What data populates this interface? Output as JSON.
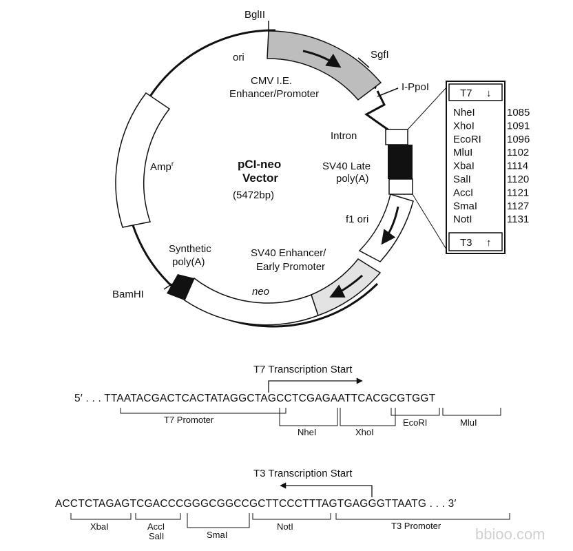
{
  "map": {
    "title_line1": "pCI-neo",
    "title_line2": "Vector",
    "size": "(5472bp)",
    "sites": {
      "bglII": "BglII",
      "sgfI": "SgfI",
      "ippoI": "I-PpoI",
      "bamHI": "BamHI"
    },
    "features": {
      "ori": "ori",
      "cmv_line1": "CMV I.E.",
      "cmv_line2": "Enhancer/Promoter",
      "intron": "Intron",
      "sv40_late_line1": "SV40 Late",
      "sv40_late_line2": "poly(A)",
      "f1_ori": "f1 ori",
      "sv40_enh_line1": "SV40 Enhancer/",
      "sv40_enh_line2": "Early Promoter",
      "neo": "neo",
      "synth_line1": "Synthetic",
      "synth_line2": "poly(A)",
      "amp": "Amp",
      "amp_sup": "r"
    }
  },
  "mcs_box": {
    "top_label": "T7",
    "top_arrow": "↓",
    "bottom_label": "T3",
    "bottom_arrow": "↑",
    "sites": [
      {
        "name": "NheI",
        "pos": "1085"
      },
      {
        "name": "XhoI",
        "pos": "1091"
      },
      {
        "name": "EcoRI",
        "pos": "1096"
      },
      {
        "name": "MluI",
        "pos": "1102"
      },
      {
        "name": "XbaI",
        "pos": "1114"
      },
      {
        "name": "SalI",
        "pos": "1120"
      },
      {
        "name": "AccI",
        "pos": "1121"
      },
      {
        "name": "SmaI",
        "pos": "1127"
      },
      {
        "name": "NotI",
        "pos": "1131"
      }
    ]
  },
  "seq_t7": {
    "heading": "T7 Transcription Start",
    "sequence": "5′ . . . TTAATACGACTCACTATAGGCTAGCCTCGAGAATTCACGCGTGGT",
    "promoter": "T7 Promoter",
    "sites": [
      "NheI",
      "XhoI",
      "EcoRI",
      "MluI"
    ]
  },
  "seq_t3": {
    "heading": "T3 Transcription Start",
    "sequence": "ACCTCTAGAGTCGACCCGGGCGGCCGCTTCCCTTTAGTGAGGGTTAATG . . . 3′",
    "promoter": "T3 Promoter",
    "sites": [
      "XbaI",
      "AccI",
      "SalI",
      "SmaI",
      "NotI"
    ]
  },
  "watermark": "bbioo.com"
}
